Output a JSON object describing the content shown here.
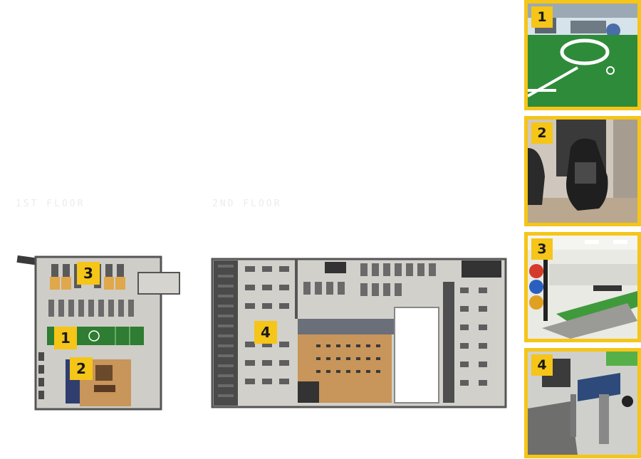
{
  "floors": {
    "first": {
      "label": "1ST FLOOR"
    },
    "second": {
      "label": "2ND FLOOR"
    }
  },
  "markers": [
    "1",
    "2",
    "3",
    "4"
  ],
  "photos": [
    {
      "number": "1",
      "subject": "turf-area-logo"
    },
    {
      "number": "2",
      "subject": "massage-chair"
    },
    {
      "number": "3",
      "subject": "functional-training-area"
    },
    {
      "number": "4",
      "subject": "bench-equipment"
    }
  ],
  "colors": {
    "accent": "#f5c518",
    "turf": "#2e7d32",
    "wood": "#c8955a",
    "floor": "#d9d7d2",
    "wall": "#4a4a4a"
  }
}
